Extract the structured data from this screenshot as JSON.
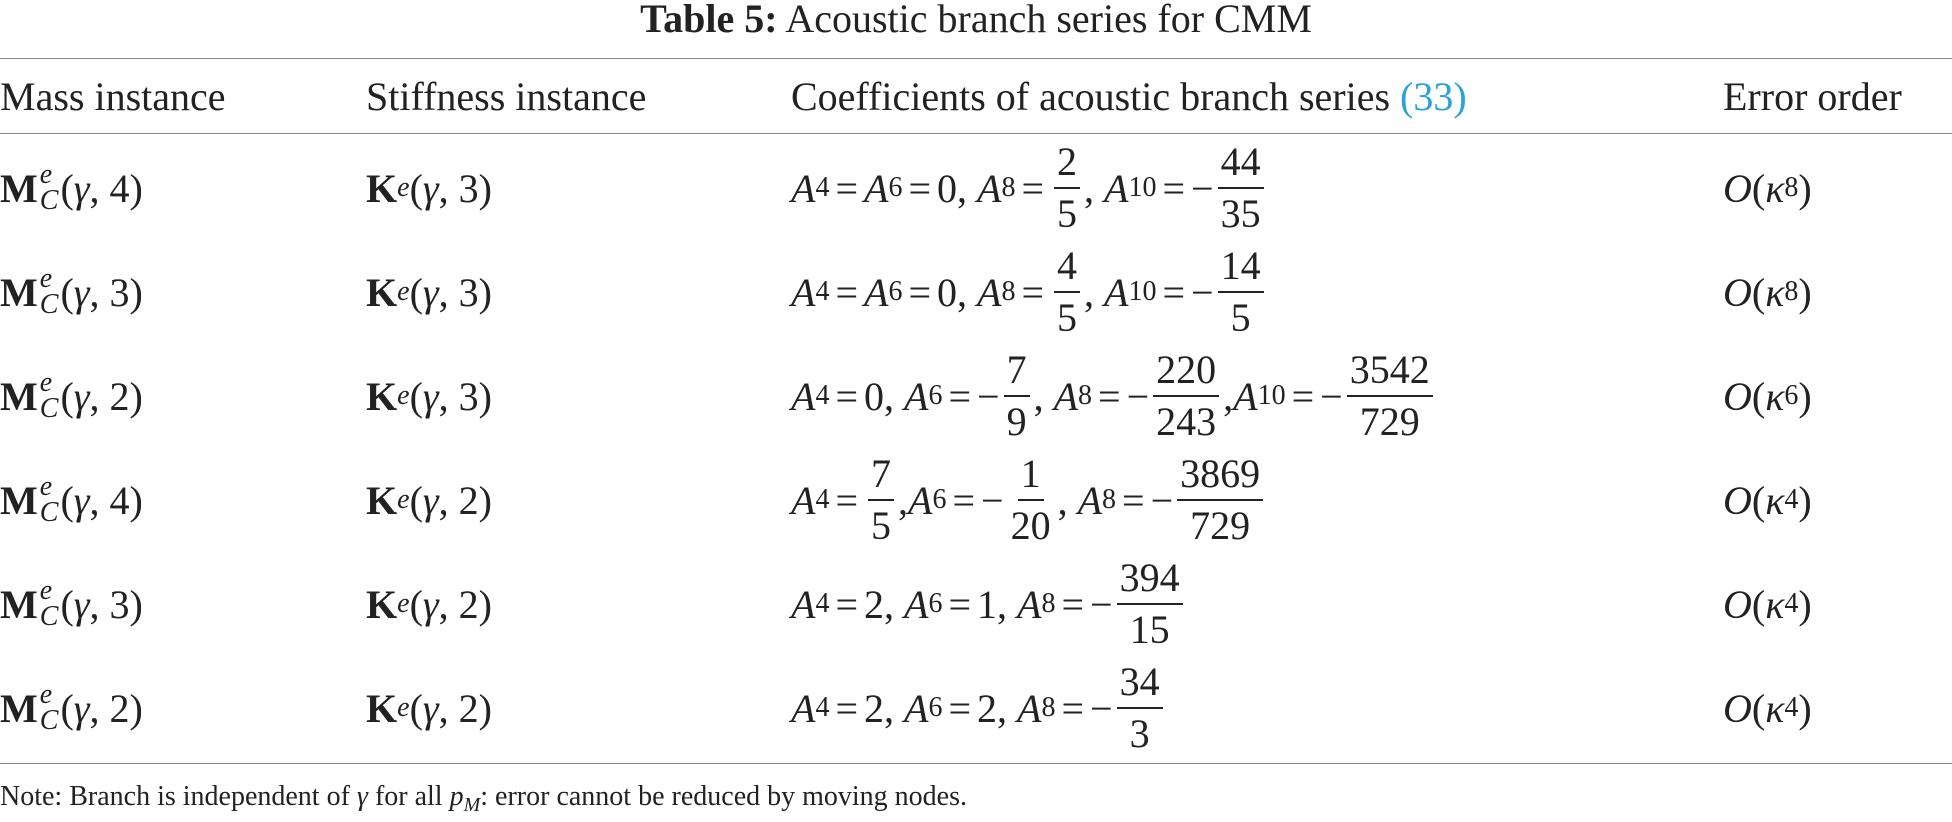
{
  "caption": {
    "label": "Table 5:",
    "text": "Acoustic branch series for CMM"
  },
  "header": {
    "mass": "Mass instance",
    "stiffness": "Stiffness instance",
    "coefficients": "Coefficients of acoustic branch series",
    "coefficients_ref": "(33)",
    "error": "Error order"
  },
  "rows": [
    {
      "mass_order": "4",
      "stiffness_order": "3",
      "error_exp": "8"
    },
    {
      "mass_order": "3",
      "stiffness_order": "3",
      "error_exp": "8"
    },
    {
      "mass_order": "2",
      "stiffness_order": "3",
      "error_exp": "6"
    },
    {
      "mass_order": "4",
      "stiffness_order": "2",
      "error_exp": "4"
    },
    {
      "mass_order": "3",
      "stiffness_order": "2",
      "error_exp": "4"
    },
    {
      "mass_order": "2",
      "stiffness_order": "2",
      "error_exp": "4"
    }
  ],
  "coeffs": {
    "r0": {
      "a8_num": "2",
      "a8_den": "5",
      "a10_num": "44",
      "a10_den": "35"
    },
    "r1": {
      "a8_num": "4",
      "a8_den": "5",
      "a10_num": "14",
      "a10_den": "5"
    },
    "r2": {
      "a6_num": "7",
      "a6_den": "9",
      "a8_num": "220",
      "a8_den": "243",
      "a10_num": "3542",
      "a10_den": "729"
    },
    "r3": {
      "a4_num": "7",
      "a4_den": "5",
      "a6_num": "1",
      "a6_den": "20",
      "a8_num": "3869",
      "a8_den": "729"
    },
    "r4": {
      "a4": "2",
      "a6": "1",
      "a8_num": "394",
      "a8_den": "15"
    },
    "r5": {
      "a4": "2",
      "a6": "2",
      "a8_num": "34",
      "a8_den": "3"
    }
  },
  "note": {
    "prefix": "Note: Branch is independent of",
    "gamma": "γ",
    "middle": "for all",
    "p": "p",
    "p_sub": "M",
    "suffix": ": error cannot be reduced by moving nodes."
  }
}
